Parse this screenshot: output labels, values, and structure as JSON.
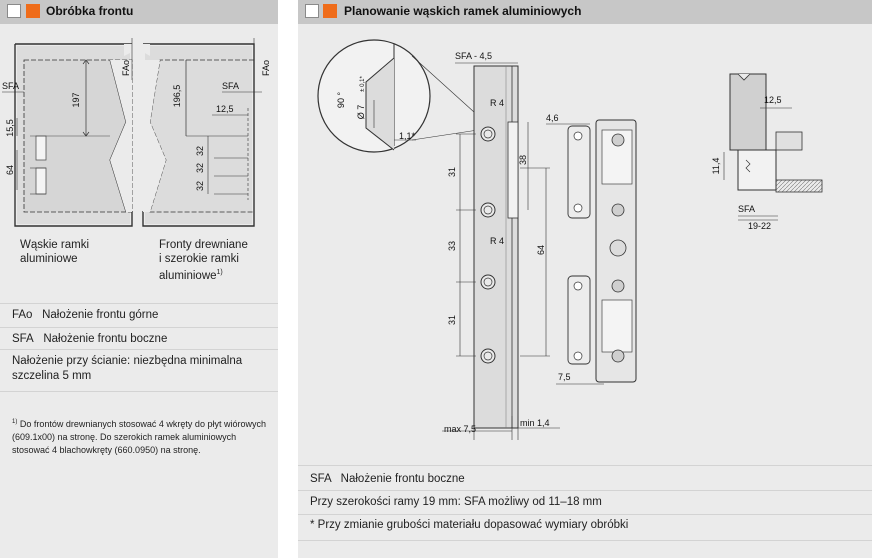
{
  "left": {
    "title": "Obróbka frontu",
    "dims": {
      "fao": "FAo",
      "sfa": "SFA",
      "d197": "197",
      "d1965": "196,5",
      "d155": "15,5",
      "d64": "64",
      "d125": "12,5",
      "d32": "32"
    },
    "caption_left": "Wąskie ramki\naluminiowe",
    "caption_right": "Fronty drewniane\ni szerokie ramki\naluminiowe",
    "caption_right_sup": "1)",
    "legend": [
      {
        "abbr": "FAo",
        "text": "Nałożenie frontu górne"
      },
      {
        "abbr": "SFA",
        "text": "Nałożenie frontu boczne"
      }
    ],
    "wall_note": "Nałożenie przy ścianie: niezbędna minimalna szczelina 5 mm",
    "footnote_mark": "1)",
    "footnote": "Do frontów drewnianych stosować 4 wkręty do płyt wiórowych (609.1x00) na stronę. Do szerokich ramek aluminiowych stosować 4 blachowkręty (660.0950) na stronę."
  },
  "right": {
    "title": "Planowanie wąskich ramek aluminiowych",
    "dims": {
      "sfa45": "SFA - 4,5",
      "r4": "R 4",
      "d31": "31",
      "d33": "33",
      "d38": "38",
      "d64": "64",
      "max75": "max 7,5",
      "min14": "min 1,4",
      "d46": "4,6",
      "d75": "7,5",
      "d125": "12,5",
      "d114": "11,4",
      "sfa": "SFA",
      "d1922": "19-22",
      "a90": "90 °",
      "d7": "Ø 7",
      "tol": "± 0,1*",
      "d11": "1,1*"
    },
    "lines": [
      "SFA   Nałożenie frontu boczne",
      "Przy szerokości ramy 19 mm: SFA możliwy od 11–18 mm",
      "* Przy zmianie grubości materiału dopasować wymiary obróbki"
    ]
  },
  "colors": {
    "header_bg": "#c7c7c7",
    "panel_bg": "#ebebeb",
    "accent": "#ef6c1a",
    "panel_fill": "#d8d8d8"
  }
}
